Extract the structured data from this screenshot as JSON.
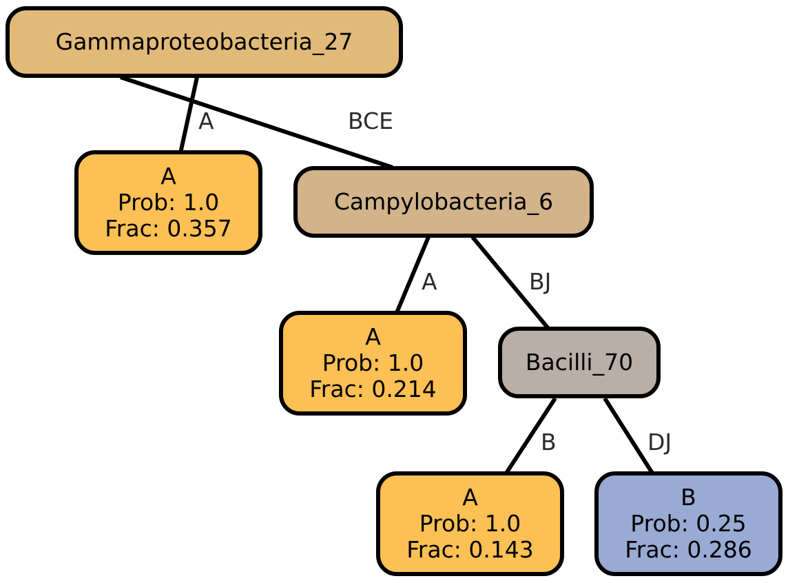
{
  "colors": {
    "gamma": "#E1BA7A",
    "campy": "#D2B38A",
    "bacilli": "#BAAFA8",
    "leaf_a": "#FCC055",
    "leaf_b": "#99AAD4",
    "edge": "#000000"
  },
  "nodes": {
    "gammaproteobacteria": {
      "label": "Gammaproteobacteria_27"
    },
    "campylobacteria": {
      "label": "Campylobacteria_6"
    },
    "bacilli": {
      "label": "Bacilli_70"
    },
    "leaf1": {
      "class": "A",
      "prob": "Prob: 1.0",
      "frac": "Frac: 0.357"
    },
    "leaf2": {
      "class": "A",
      "prob": "Prob: 1.0",
      "frac": "Frac: 0.214"
    },
    "leaf3": {
      "class": "A",
      "prob": "Prob: 1.0",
      "frac": "Frac: 0.143"
    },
    "leaf4": {
      "class": "B",
      "prob": "Prob: 0.25",
      "frac": "Frac: 0.286"
    }
  },
  "edges": {
    "gamma_leaf1": "A",
    "gamma_campy": "BCE",
    "campy_leaf2": "A",
    "campy_bacilli": "BJ",
    "bacilli_leaf3": "B",
    "bacilli_leaf4": "DJ"
  }
}
